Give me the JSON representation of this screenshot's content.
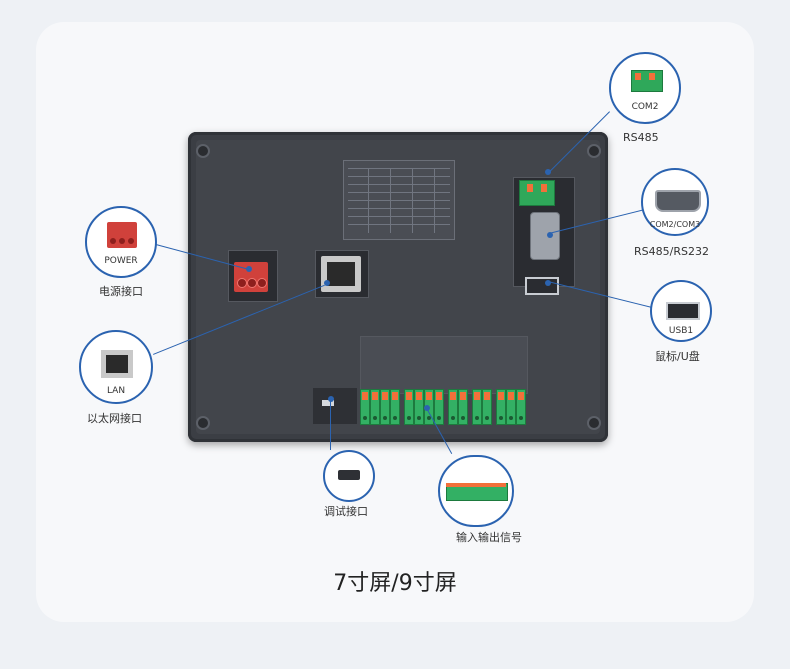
{
  "title": "7寸屏/9寸屏",
  "callouts": {
    "com2": {
      "icon_label": "COM2",
      "caption": "RS485"
    },
    "com2com3": {
      "icon_label": "COM2/COM3",
      "caption": "RS485/RS232"
    },
    "usb1": {
      "icon_label": "USB1",
      "caption": "鼠标/U盘"
    },
    "power": {
      "icon_label": "POWER",
      "caption": "电源接口"
    },
    "lan": {
      "icon_label": "LAN",
      "caption": "以太网接口"
    },
    "debug": {
      "caption": "调试接口"
    },
    "io": {
      "caption": "输入输出信号"
    }
  },
  "colors": {
    "accent": "#2b63b0",
    "terminal_green": "#2fa85a",
    "terminal_orange": "#f2703a",
    "power_red": "#d0413b"
  }
}
